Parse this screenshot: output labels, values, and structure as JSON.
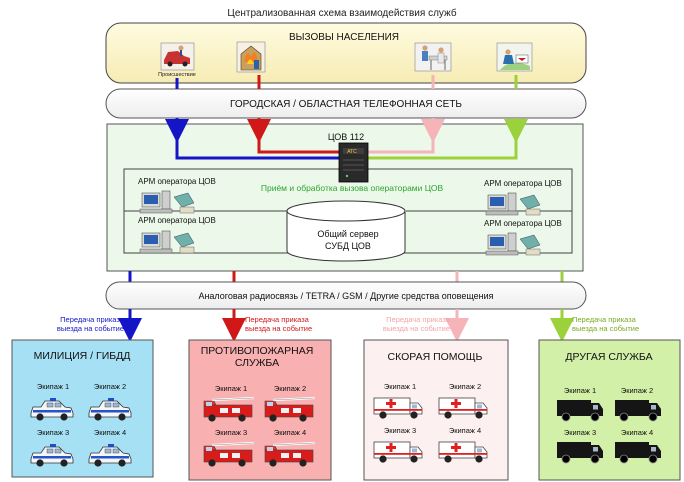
{
  "title": "Централизованная схема взаимодействия служб",
  "calls_panel": {
    "label": "ВЫЗОВЫ НАСЕЛЕНИЯ",
    "first_icon_caption": "Происшествие"
  },
  "phone_network": {
    "label": "ГОРОДСКАЯ / ОБЛАСТНАЯ ТЕЛЕФОННАЯ СЕТЬ"
  },
  "center": {
    "label": "ЦОВ 112",
    "ats_label": "АТС",
    "processing_label": "Приём и обработка вызова операторами ЦОВ",
    "operator_label": "АРМ оператора ЦОВ",
    "server_line1": "Общий сервер",
    "server_line2": "СУБД ЦОВ"
  },
  "radio": {
    "label": "Аналоговая радиосвязь / TETRA / GSM / Другие средства оповещения"
  },
  "dispatch_line1": "Передача приказа",
  "dispatch_line2": "выезда на событие",
  "services": [
    {
      "name_line1": "МИЛИЦИЯ / ГИБДД",
      "name_line2": "",
      "vehicle": "police",
      "color": "#1515c8",
      "fill": "#a6e0f4",
      "crews": [
        "Экипаж 1",
        "Экипаж 2",
        "Экипаж 3",
        "Экипаж 4"
      ]
    },
    {
      "name_line1": "ПРОТИВОПОЖАРНАЯ",
      "name_line2": "СЛУЖБА",
      "vehicle": "fire",
      "color": "#d01818",
      "fill": "#f8b0b0",
      "crews": [
        "Экипаж 1",
        "Экипаж 2",
        "Экипаж 3",
        "Экипаж 4"
      ]
    },
    {
      "name_line1": "СКОРАЯ ПОМОЩЬ",
      "name_line2": "",
      "vehicle": "ambulance",
      "color": "#f4b4b8",
      "fill": "#fdf0f0",
      "crews": [
        "Экипаж 1",
        "Экипаж 2",
        "Экипаж 3",
        "Экипаж 4"
      ]
    },
    {
      "name_line1": "ДРУГАЯ СЛУЖБА",
      "name_line2": "",
      "vehicle": "van",
      "color": "#9bd13a",
      "fill": "#d2f0a8",
      "crews": [
        "Экипаж 1",
        "Экипаж 2",
        "Экипаж 3",
        "Экипаж 4"
      ]
    }
  ]
}
